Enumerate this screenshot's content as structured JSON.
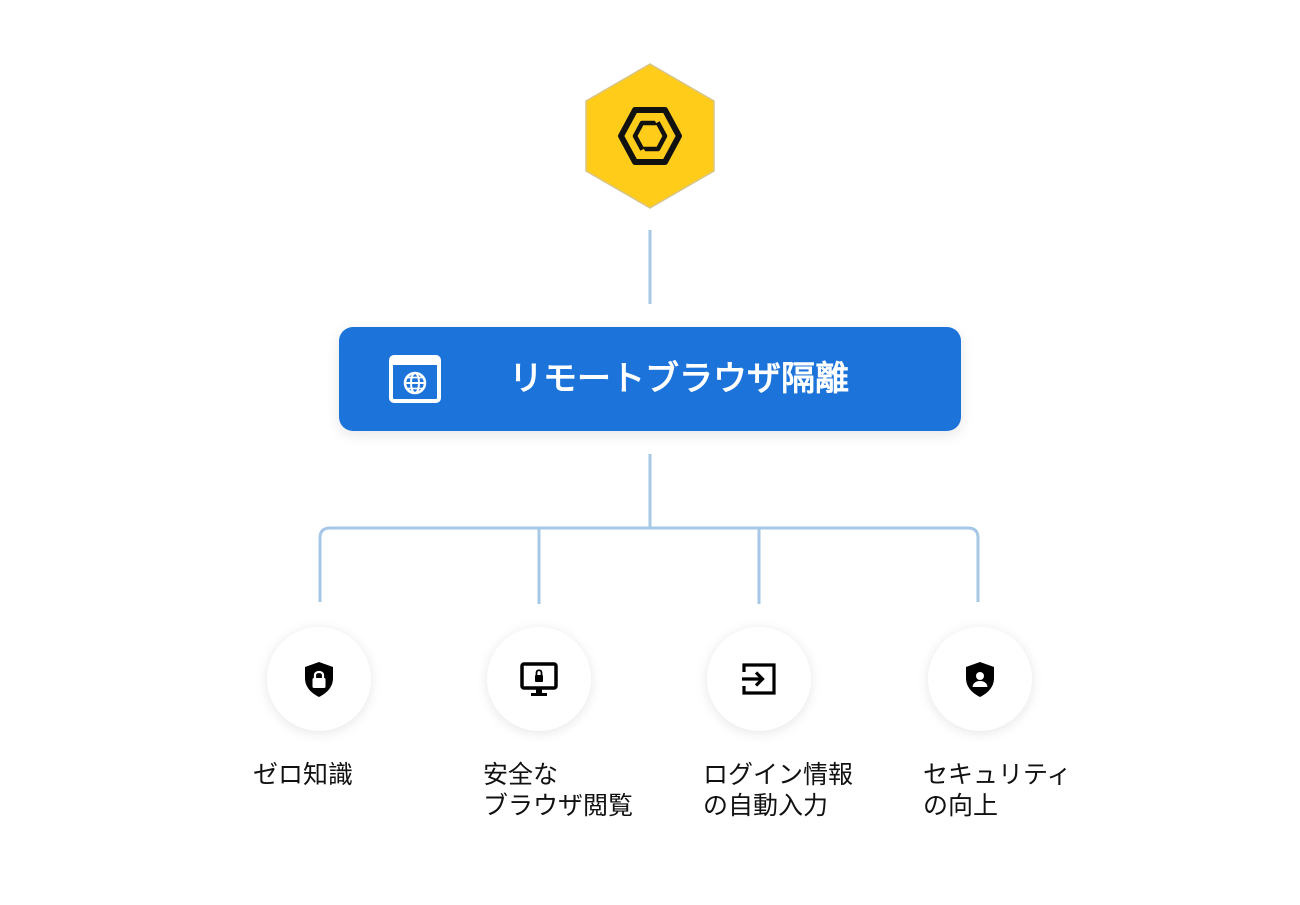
{
  "colors": {
    "accent_yellow": "#FFCC1A",
    "accent_blue": "#1C74DB",
    "connector": "#A6C8E6",
    "text_dark": "#111111"
  },
  "logo": {
    "icon": "hexagon-logo-icon"
  },
  "main_node": {
    "icon": "browser-globe-icon",
    "title": "リモートブラウザ隔離"
  },
  "features": [
    {
      "icon": "shield-lock-icon",
      "lines": [
        "ゼロ知識"
      ]
    },
    {
      "icon": "monitor-lock-icon",
      "lines": [
        "安全な",
        "ブラウザ閲覧"
      ]
    },
    {
      "icon": "login-arrow-icon",
      "lines": [
        "ログイン情報",
        "の自動入力"
      ]
    },
    {
      "icon": "shield-user-icon",
      "lines": [
        "セキュリティ",
        "の向上"
      ]
    }
  ]
}
